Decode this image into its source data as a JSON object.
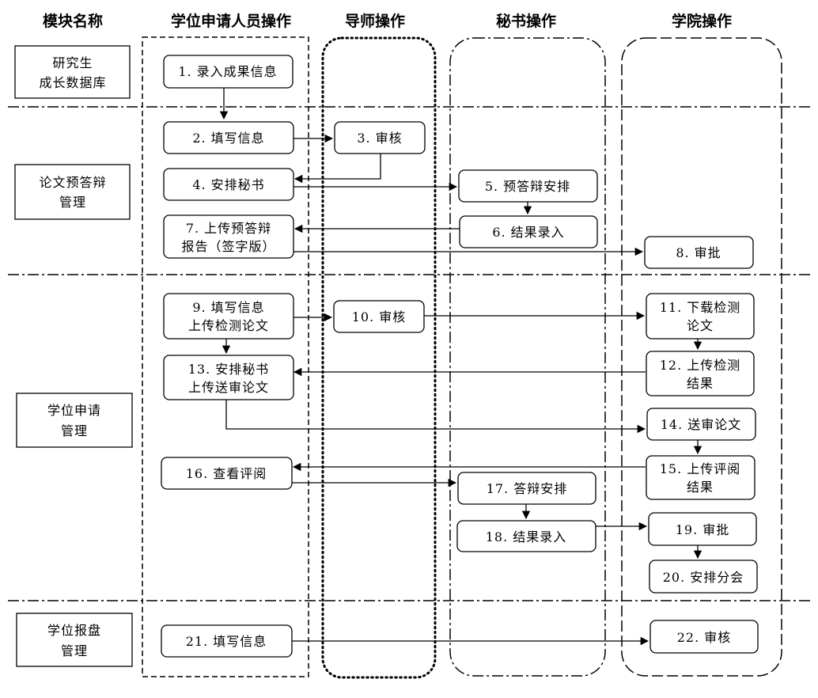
{
  "headers": {
    "module": "模块名称",
    "applicant": "学位申请人员操作",
    "supervisor": "导师操作",
    "secretary": "秘书操作",
    "college": "学院操作"
  },
  "modules": [
    {
      "id": "m1",
      "lines": [
        "研究生",
        "成长数据库"
      ]
    },
    {
      "id": "m2",
      "lines": [
        "论文预答辩",
        "管理"
      ]
    },
    {
      "id": "m3",
      "lines": [
        "学位申请",
        "管理"
      ]
    },
    {
      "id": "m4",
      "lines": [
        "学位报盘",
        "管理"
      ]
    }
  ],
  "steps": [
    {
      "id": "s1",
      "lines": [
        "1. 录入成果信息"
      ]
    },
    {
      "id": "s2",
      "lines": [
        "2. 填写信息"
      ]
    },
    {
      "id": "s3",
      "lines": [
        "3. 审核"
      ]
    },
    {
      "id": "s4",
      "lines": [
        "4. 安排秘书"
      ]
    },
    {
      "id": "s5",
      "lines": [
        "5. 预答辩安排"
      ]
    },
    {
      "id": "s6",
      "lines": [
        "6. 结果录入"
      ]
    },
    {
      "id": "s7",
      "lines": [
        "7. 上传预答辩",
        "报告（签字版）"
      ]
    },
    {
      "id": "s8",
      "lines": [
        "8. 审批"
      ]
    },
    {
      "id": "s9",
      "lines": [
        "9. 填写信息",
        "上传检测论文"
      ]
    },
    {
      "id": "s10",
      "lines": [
        "10. 审核"
      ]
    },
    {
      "id": "s11",
      "lines": [
        "11. 下载检测",
        "论文"
      ]
    },
    {
      "id": "s12",
      "lines": [
        "12. 上传检测",
        "结果"
      ]
    },
    {
      "id": "s13",
      "lines": [
        "13. 安排秘书",
        "上传送审论文"
      ]
    },
    {
      "id": "s14",
      "lines": [
        "14. 送审论文"
      ]
    },
    {
      "id": "s15",
      "lines": [
        "15. 上传评阅",
        "结果"
      ]
    },
    {
      "id": "s16",
      "lines": [
        "16. 查看评阅"
      ]
    },
    {
      "id": "s17",
      "lines": [
        "17. 答辩安排"
      ]
    },
    {
      "id": "s18",
      "lines": [
        "18. 结果录入"
      ]
    },
    {
      "id": "s19",
      "lines": [
        "19. 审批"
      ]
    },
    {
      "id": "s20",
      "lines": [
        "20. 安排分会"
      ]
    },
    {
      "id": "s21",
      "lines": [
        "21. 填写信息"
      ]
    },
    {
      "id": "s22",
      "lines": [
        "22. 审核"
      ]
    }
  ]
}
